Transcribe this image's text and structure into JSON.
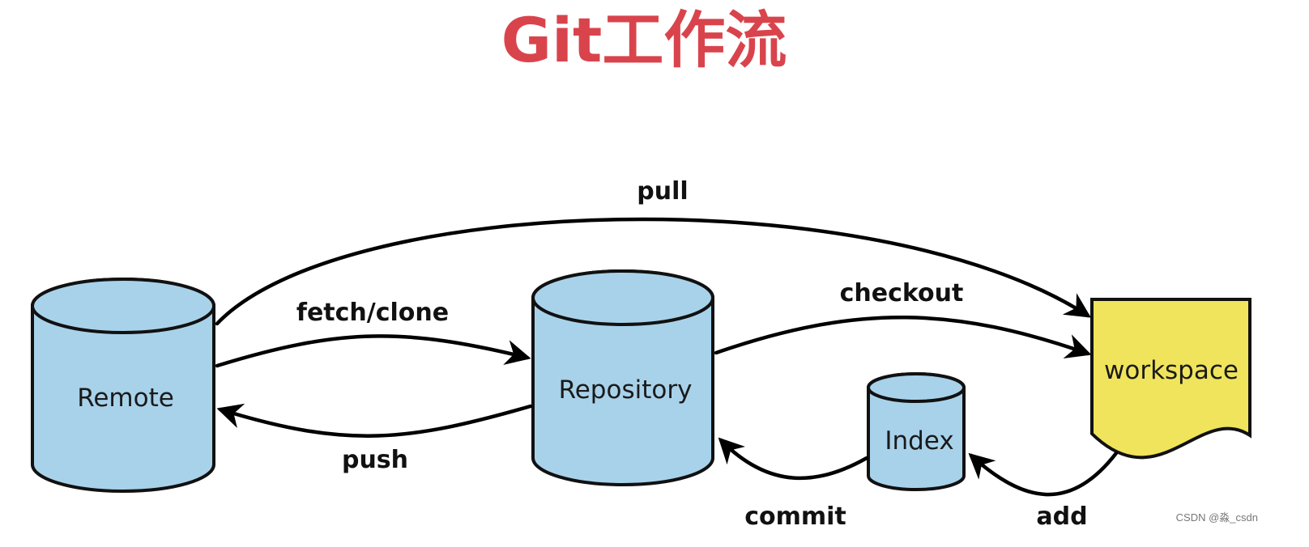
{
  "title": "Git工作流",
  "colors": {
    "title": "#d9444c",
    "store_fill": "#a8d2ea",
    "workspace_fill": "#f0e45c",
    "stroke": "#111111"
  },
  "nodes": {
    "remote": "Remote",
    "repository": "Repository",
    "index": "Index",
    "workspace": "workspace"
  },
  "edges": {
    "pull": "pull",
    "fetch_clone": "fetch/clone",
    "checkout": "checkout",
    "push": "push",
    "commit": "commit",
    "add": "add"
  },
  "watermark": "CSDN @淼_csdn"
}
